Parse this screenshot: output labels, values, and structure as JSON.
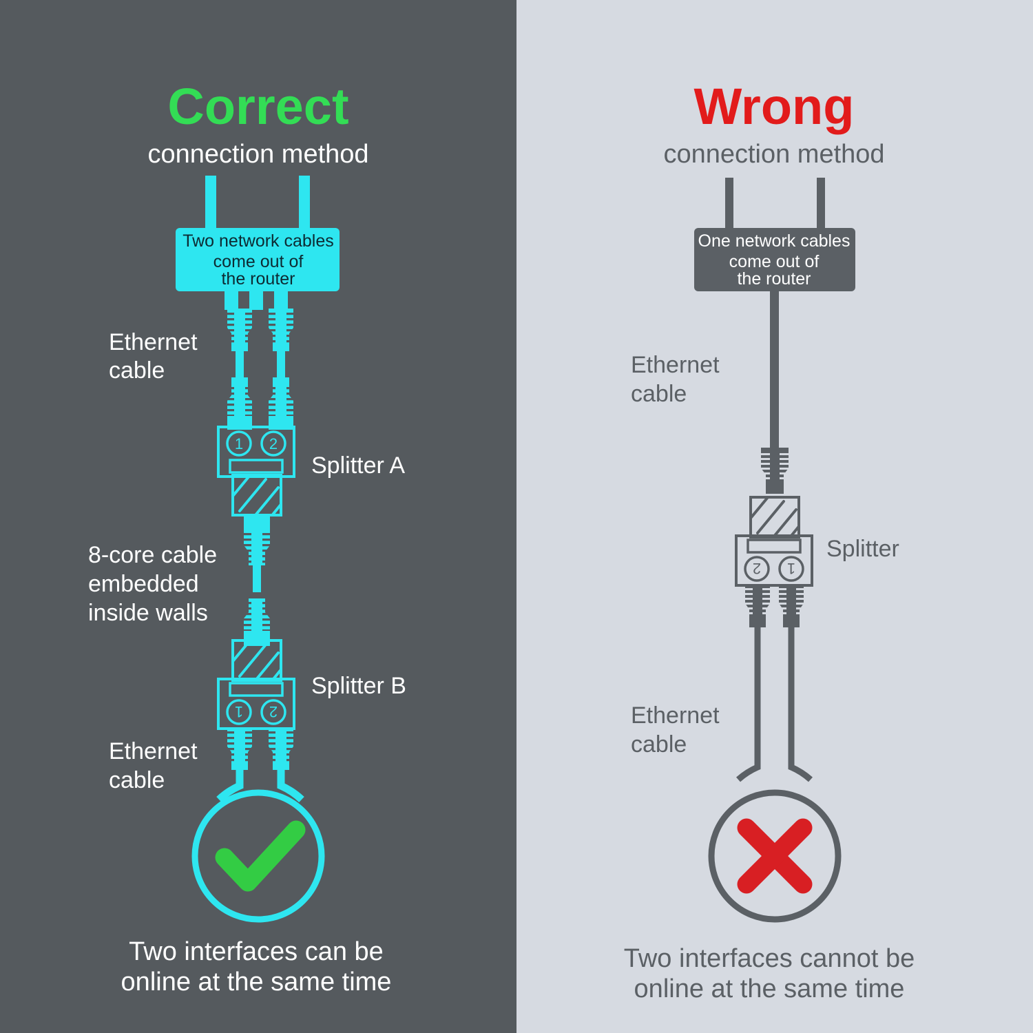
{
  "meta": {
    "colors": {
      "left_bg": "#555a5e",
      "right_bg": "#d6dae1",
      "cyan": "#2ee6f0",
      "dark_gray_line": "#5b6065",
      "green": "#33cc44",
      "red": "#d81f23",
      "white": "#ffffff",
      "dark_text": "#0d2b33",
      "gray_text": "#5b6065"
    }
  },
  "left": {
    "heading": "Correct",
    "subheading": "connection method",
    "router_label": "Two network cables\ncome out of\nthe router",
    "router_label_lines": [
      "Two network cables",
      "come out of",
      "the router"
    ],
    "label_ethernet_top": "Ethernet\ncable",
    "label_ethernet_top_lines": [
      "Ethernet",
      "cable"
    ],
    "label_splitter_a": "Splitter A",
    "label_core_cable": "8-core cable\nembedded\ninside walls",
    "label_core_cable_lines": [
      "8-core cable",
      "embedded",
      "inside walls"
    ],
    "label_splitter_b": "Splitter B",
    "label_ethernet_bottom": "Ethernet\ncable",
    "label_ethernet_bottom_lines": [
      "Ethernet",
      "cable"
    ],
    "status_icon": "check-icon",
    "caption": "Two interfaces can be\nonline at the same time",
    "caption_lines": [
      "Two interfaces can be",
      "online at the same time"
    ],
    "splitter_a_ports": [
      "1",
      "2"
    ],
    "splitter_b_ports": [
      "1",
      "2"
    ]
  },
  "right": {
    "heading": "Wrong",
    "subheading": "connection method",
    "router_label": "One network cables\ncome out of\nthe router",
    "router_label_lines": [
      "One network cables",
      "come out of",
      "the router"
    ],
    "label_ethernet_top": "Ethernet\ncable",
    "label_ethernet_top_lines": [
      "Ethernet",
      "cable"
    ],
    "label_splitter": "Splitter",
    "label_ethernet_bottom": "Ethernet\ncable",
    "label_ethernet_bottom_lines": [
      "Ethernet",
      "cable"
    ],
    "status_icon": "cross-icon",
    "caption": "Two interfaces cannot be\nonline at the same time",
    "caption_lines": [
      "Two interfaces cannot be",
      "online at the same time"
    ],
    "splitter_ports": [
      "2",
      "1"
    ]
  }
}
